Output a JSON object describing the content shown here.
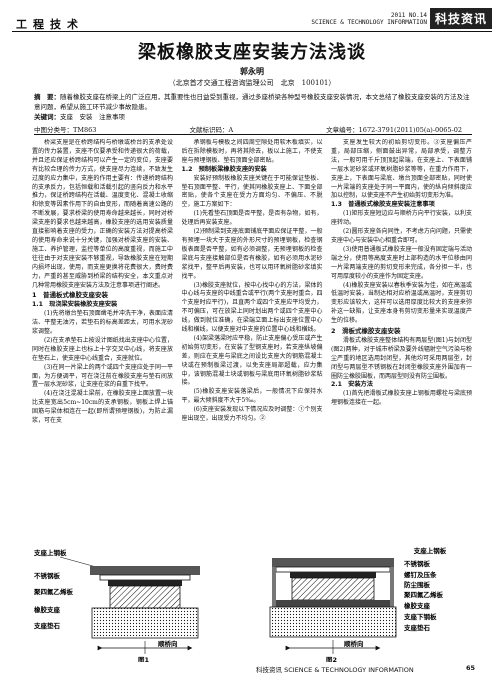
{
  "header": {
    "section": "工程技术",
    "issue_line1": "2011 NO.14",
    "issue_line2": "SCIENCE & TECHNOLOGY INFORMATION",
    "brand": "科技资讯"
  },
  "title": "梁板橡胶支座安装方法浅谈",
  "author": "郭永明",
  "affiliation": "（北京首才交通工程咨询监理公司　北京　100101）",
  "abstract": {
    "label": "摘　要：",
    "text": "随着橡胶支座在桥梁上的广泛应用，其重要性也日益受到重视，通过多座桥梁各种型号橡胶支座安装情况，本文总结了橡胶支座安装的方法及注意问题，希望从施工环节减少事故隐患。",
    "keywords_label": "关键词：",
    "keywords": "支座　安装　注意事项"
  },
  "meta": {
    "clc": "中图分类号：TM863",
    "doc_code": "文献标识码：A",
    "article_no": "文章编号：1672-3791(2011)05(a)-0065-02"
  },
  "body": {
    "col1_p1": "桥梁支座是在桥跨结构与桥墩或桥台的支承处设置的传力装置，支座不仅要承受和传递很大的荷载，并且还应保证桥跨结构可以产生一定的变位，支座要有比较合理的传力方式，使支座尽力连续，不致发生过度的应力集中，支座的作用主要有：传递桥跨结构的支承反力，包括恒载和活载引起的竖向反力和水平推力，保证桥跨结构在活载、温度变化、混凝土收缩和徐变等因素作用下的自由变形，而随着高速公路的不断发展，要求桥梁的使用寿命越来越长，同时对桥梁支座的要求也越来越高，橡胶支座的选用安装质量直接影响着支座的受力，正确的安装方法对提高桥梁的使用寿命来说十分关键，加强对桥梁支座的安装、施工、养护管理，监控等单位的高度重视，而施工中往往由于对支座安装不够重视，导致橡胶支座在短期内损坏出现，使用，而支座更换将花费很大，费时费力，严重的甚至威胁到桥梁的结构安全，本文重点对几种常用橡胶支座安装方法及注意事项进行阐述。",
    "s1": "1　普通板式橡胶支座安装",
    "s1_1": "1.1　现浇梁安装橡胶支座安装",
    "col1_p2": "(1)先将墩台垫石顶面凿毛并冲洗干净，表面应清洁、平整无油污，若垫石的标高差距太，可用水泥砂浆调整。",
    "col1_p3": "(2)在支承垫石上按设计图纸找出支座中心位置，同时在橡胶支座上也标上十字交叉中心线，将支座放在垫石上，使支座中心线重合，支座就位。",
    "col1_p4": "(3)在同一片梁上的两个或四个支座应处于同一平面，为方便调平，可在浇注前在橡胶支座与垫石间放置一层水泥砂浆，让支座在浆的自重下找平。",
    "col1_p5": "(4)在浇注混凝土梁前，在橡胶支座上面放置一块比支座宽出5cm~10cm的支承钢板，钢板上焊上锚固筋与梁体相连在一起(即所谓预埋钢板)，为防止漏浆，可在支",
    "col2_p1": "承钢板与模板之间四周空隙处用软木板填实，以后在拆除模板时，再将其除去，板以上施工，不使支座与预埋钢板、垫石顶面全部密贴。",
    "s1_2": "1.2　预制板梁橡胶支座的安装",
    "col2_p2": "安装好预制板橡胶支座关键在于可能保证垫板、垫石顶面平整、平行，使其同橡胶支座上、下面全部密贴，使各个支座在受力方面均匀、不偏压、不脱空，施工方案如下：",
    "col2_p3": "(1)先看垫石顶面是否平整，是否有杂物，如有，处理后再安装支座。",
    "col2_p4": "(2)预制梁到支座底面铺底平面应保证平整，一般有预埋一块大于支座的外形尺寸的预埋钢板，检查钢板表面是否平整，如有必须调整，无预埋钢板的检查梁底与支座接触部位是否有橡胶，如有必须用水泥砂浆找平，整平后再安装，也可以用环氧树脂砂浆填实找平。",
    "col2_p5": "(3)橡胶支座就位，按中心找中心的方法，梁体的中心线与支座的中线重合或平行(两个支座时重合，四个支座时应平行)，且直两个或四个支座应平均受力，不可偏压，可在放梁上同时划出两个或四个支座中心线，做到就位准确，在梁端立面上标出支座位置中心线和横线，以便支座对中支座的位置中心线和横线。",
    "col2_p6": "(4)架梁落梁时应平稳，防止支座偏心受压或产生初始剪切变形，在安装了型钢支座时，若支座纵坡偏差，则应在支座与梁底之间设比支座大的钢筋混凝土块或在预制板梁过渡，以免支座局部超载，应力集中，该钢筋混凝土块或钢板与梁底用环氧树脂砂浆粘接。",
    "col2_p7": "(5)橡胶支座安装落梁后，一般情况下应保持水平，最大倾斜度不大于5‰。",
    "col2_p8": "(6)支座安装发现以下情况应及时调整：①个别支座出现空，出现受力不均匀。②",
    "col3_p1": "支座发生较大的初始剪切变形。③支座偏压严重，局部压缩，侧面鼓出异常，局部承受，调整方法，一般可用千斤顶顶起梁端，在支座上、下表面铺一层水泥砂浆或环氧树脂砂浆等等，在重力作用下，支座上，下表面与梁底、墩台顶面全部密贴，同时使一片梁端的支座处于同一平面内，使的纵向倾斜度应加以控制，以使支座不产生初始剪切变形为准。",
    "s1_3": "1.3　普通板式橡胶支座安装注意事项",
    "col3_p2": "(1)矩形支座短边应与顺桥方向平行安装，以利支座转动。",
    "col3_p3": "(2)圆形支座各向同性，不考虑方向问题，只需使支座中心与安装中心相重合即可。",
    "col3_p4": "(3)使用普通板式橡胶支座一般没有固定端与活动端之分，使用等高度支座时上部构造的水平位移由同一片梁两端支座的剪切变形来完成，各分担一半，也可用厚度较小的支座作为固定支座。",
    "col3_p5": "(4)橡胶支座安装以春秋季安装为佳，如在高温或低温时安装，当制达相对应桥温或高温时，支座剪切变形应该较大，这样可以选用厚度比较大的支座来弥补这一缺陷，让支座本身有剪切变形量来实现温度产生的位移。",
    "s2": "2　滑板式橡胶支座安装",
    "col3_p6": "滑板式橡胶支座整体结构有两层型(图1)与封闭型(图2)两种，对于城市桥梁及要外线辐射空气污染与粉尘严重的地区选用封闭型，其他均可采用两层型，封闭型与两层型不锈钢板在封闭型橡胶支座外围加有一圈防尘橡胶围板，而两层型则没有防尘围板。",
    "s2_1": "2.1　安装方法",
    "col3_p7": "(1)首先把滑板式橡胶支座上钢板用螺栓与梁底预埋钢板连接在一起。"
  },
  "fig1": {
    "top_label": "支座上钢板",
    "labels": [
      "不锈钢板",
      "聚四氟乙烯板",
      "橡胶支座",
      "支座垫石"
    ],
    "bottom_label": "顺桥向",
    "caption": "图1"
  },
  "fig2": {
    "top_label": "支座上钢板",
    "labels": [
      "不锈钢板",
      "螺钉及压条",
      "防尘围板",
      "聚四氟乙烯板",
      "橡胶支座",
      "支座下钢板",
      "支座垫石"
    ],
    "bottom_label": "顺桥向",
    "caption": "图2"
  },
  "footer": {
    "journal": "科技资讯 SCIENCE & TECHNOLOGY INFORMATION",
    "page": "65"
  }
}
